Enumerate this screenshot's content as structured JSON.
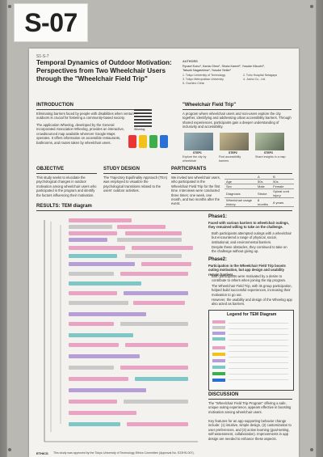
{
  "board_label": "S-07",
  "poster": {
    "id": "S1-S-7",
    "title_line1": "Temporal Dynamics of Outdoor Motivation:",
    "title_line2": "Perspectives from Two Wheelchair Users",
    "title_line3": "through the \"Wheelchair Field Trip\"",
    "authors_head": "AUTHORS",
    "authors_line1": "Ryusei Kono¹, Kanta Ohno¹, Shota Kamei², Yusuke Kikuchi³,",
    "authors_line2": "Tatsuki Nagashima⁴, Yosuke Seike¹",
    "aff1": "1. Tokyo University of Technology",
    "aff2": "2. Toho Hospital Setagaya",
    "aff3": "3. Tokyo Metropolitan University",
    "aff4": "4. Joshu Co., Ltd.",
    "aff5": "5. Ouchino Clinic",
    "intro_head": "INTRODUCTION",
    "intro_text": "Eliminating barriers faced by people with disabilities when venturing outdoors is crucial for fostering a community-based society.",
    "intro_text2": "The application Wheelog, developed by the General Incorporated Association Wheelog, provides an interactive, crowdsourced map available wherever Google Maps operates. It offers information on accessible restaurants, bathrooms, and routes taken by wheelchair users.",
    "qr_caption": "Wheelog",
    "field_trip_head": "\"Wheelchair Field Trip\"",
    "field_trip_text": "A program where wheelchair users and non-users explore the city together, identifying and addressing urban accessibility barriers. Through shared experiences, participants gain a deeper understanding of inclusivity and accessibility.",
    "steps": [
      "STEP1",
      "STEP2",
      "STEP3"
    ],
    "step_captions": [
      "Explore the city by wheelchair",
      "Find accessibility barriers",
      "Share insights in a map"
    ],
    "objective_head": "OBJECTIVE",
    "objective_text": "This study seeks to elucidate the psychological changes in outdoor motivation among wheelchair users who participated in the program and identify the factors influencing their motivation.",
    "design_head": "STUDY DESIGN",
    "design_text": "The Trajectory Equifinality Approach (TEA) was employed to visualize the psychological transitions related to the users' outdoor activities.",
    "participants_head": "PARTICIPANTS",
    "participants_text": "We invited two wheelchair users, who participated in the Wheelchair Field Trip for the first time. Interviews were conducted three times: one week, one month, and two months after the event.",
    "table_head": [
      "",
      "A",
      "B"
    ],
    "table_rows": [
      [
        "Age",
        "50s",
        "50s"
      ],
      [
        "Sex",
        "Male",
        "Female"
      ],
      [
        "Diagnosis",
        "Stroke",
        "Spinal cord injury"
      ],
      [
        "Wheelchair usage history",
        "8 months",
        "8 years"
      ]
    ],
    "results_head": "RESULTS: TEM diagram",
    "phase1_head": "Phase1:",
    "phase1_text": "Faced with various barriers to wheelchair outings, they remained willing to take on the challenge.",
    "phase1_b1": "Both participants attempted outings with a wheelchair but encountered a range of physical, social, institutional, and environmental barriers.",
    "phase1_b2": "Despite these obstacles, they continued to take on the challenge without giving up.",
    "phase2_head": "Phase2:",
    "phase2_text": "Participation in the Wheelchair Field Trip boosts outing motivation, but app design and usability remain barriers.",
    "phase2_b1": "Both participants were motivated by a desire to contribute to others when joining the trip program.",
    "phase2_b2": "The Wheelchair Field Trip, with its group participation, helped build successful experiences, increasing their motivation to go out.",
    "phase2_b3": "However, the usability and design of the Wheelog app also acted as barriers.",
    "legend_head": "Legend for TEM Diagram",
    "discussion_head": "DISCUSSION",
    "discussion_text": "The \"Wheelchair Field Trip Program\" offering a safe, unique outing experience, appears effective in boosting motivation among wheelchair users.",
    "discussion_text2": "Key features for an app supporting behavior change include: (1) intuitive, simple design, (2) customization to user preferences, and (3) active learning (goal-setting, self-assessment, collaboration). Improvements in app design are needed to enhance these aspects.",
    "ethics_head": "ETHICS",
    "ethics_text": "This study was approved by the Tokyo University of Technology Ethics Committee (Approval No. E23HS-007)."
  },
  "colors": {
    "accent": "#b3124c",
    "node_pink": "#e9a3c3",
    "node_purple": "#b59fd6",
    "node_teal": "#7fc6c6",
    "node_gray": "#c9c9c9"
  }
}
